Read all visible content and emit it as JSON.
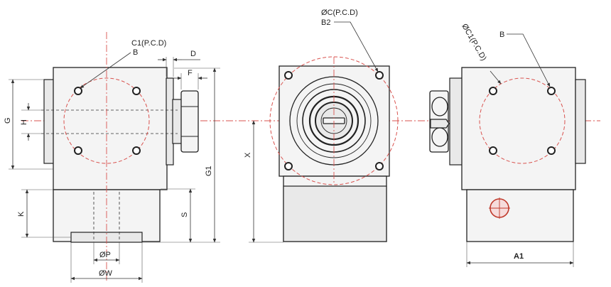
{
  "labels": {
    "c1_pcd": "C1(P.C.D)",
    "b": "B",
    "d": "D",
    "f": "F",
    "g": "G",
    "h": "H",
    "g1": "G1",
    "k": "K",
    "s": "S",
    "p": "ØP",
    "w": "ØW",
    "c_pcd": "ØC(P.C.D)",
    "b2": "B2",
    "x": "X",
    "c1_pcd_diameter": "ØC1(P.C.D)",
    "b_right": "B",
    "a1": "A1"
  },
  "colors": {
    "centerline": "#d9534f",
    "outline": "#222222",
    "fill": "#f4f4f4"
  }
}
